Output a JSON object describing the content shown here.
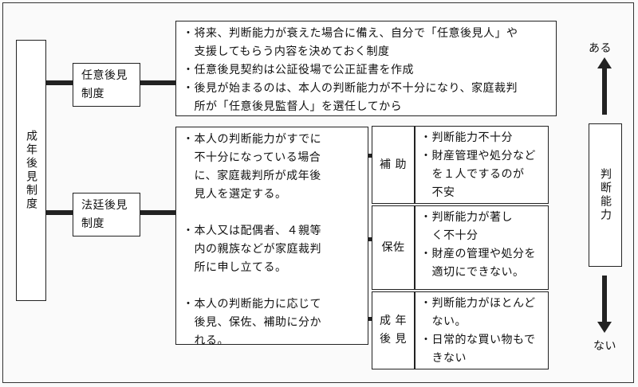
{
  "root": {
    "label": "成年後見制度"
  },
  "voluntary": {
    "label_line1": "任意後見",
    "label_line2": "制度",
    "bullets": [
      "・将来、判断能力が衰えた場合に備え、自分で「任意後見人」や",
      "　支援してもらう内容を決めておく制度",
      "・任意後見契約は公証役場で公正証書を作成",
      "・後見が始まるのは、本人の判断能力が不十分になり、家庭裁判",
      "　所が「任意後見監督人」を選任してから"
    ]
  },
  "statutory": {
    "label_line1": "法廷後見",
    "label_line2": "制度",
    "desc_lines": [
      "・本人の判断能力がすでに",
      "　不十分になっている場合",
      "　に、家庭裁判所が成年後",
      "　見人を選定する。",
      "",
      "・本人又は配偶者、４親等",
      "　内の親族などが家庭裁判",
      "　所に申し立てる。",
      "",
      "・本人の判断能力に応じて",
      "　後見、保佐、補助に分か",
      "　れる。"
    ]
  },
  "types": [
    {
      "name": "補 助",
      "lines": [
        "・判断能力不十分",
        "・財産管理や処分など",
        "　を１人でするのが",
        "　不安"
      ]
    },
    {
      "name": "保佐",
      "lines": [
        "・判断能力が著し",
        "　く不十分",
        "・財産の管理や処分を",
        "　適切にできない。"
      ]
    },
    {
      "name_line1": "成 年",
      "name_line2": "後 見",
      "lines": [
        "・判断能力がほとんど",
        "　ない。",
        "・日常的な買い物もで",
        "　きない"
      ]
    }
  ],
  "scale": {
    "top": "ある",
    "label": "判断能力",
    "bottom": "ない"
  }
}
